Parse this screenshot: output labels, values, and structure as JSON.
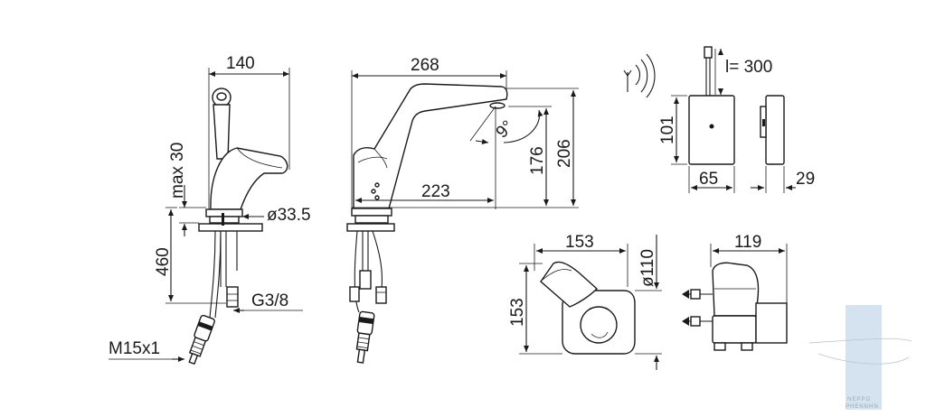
{
  "dimensions": {
    "front_width": "140",
    "front_max_height": "max 30",
    "front_diameter": "ø33.5",
    "front_hose_length": "460",
    "front_connection": "G3/8",
    "front_inlet_thread": "M15x1",
    "side_length": "268",
    "side_angle": "9°",
    "side_height_total": "206",
    "side_height_spout": "176",
    "side_reach": "223",
    "battery_cable_length": "l= 300",
    "battery_height": "101",
    "battery_width": "65",
    "battery_depth": "29",
    "top_size": "153",
    "top_depth": "153",
    "top_diameter": "ø110",
    "valve_width": "119"
  },
  "watermark": {
    "text": "ΝΕΡΡΟ\nΡΗΕΝΝΗΝ",
    "color": "#d4e3ef"
  }
}
